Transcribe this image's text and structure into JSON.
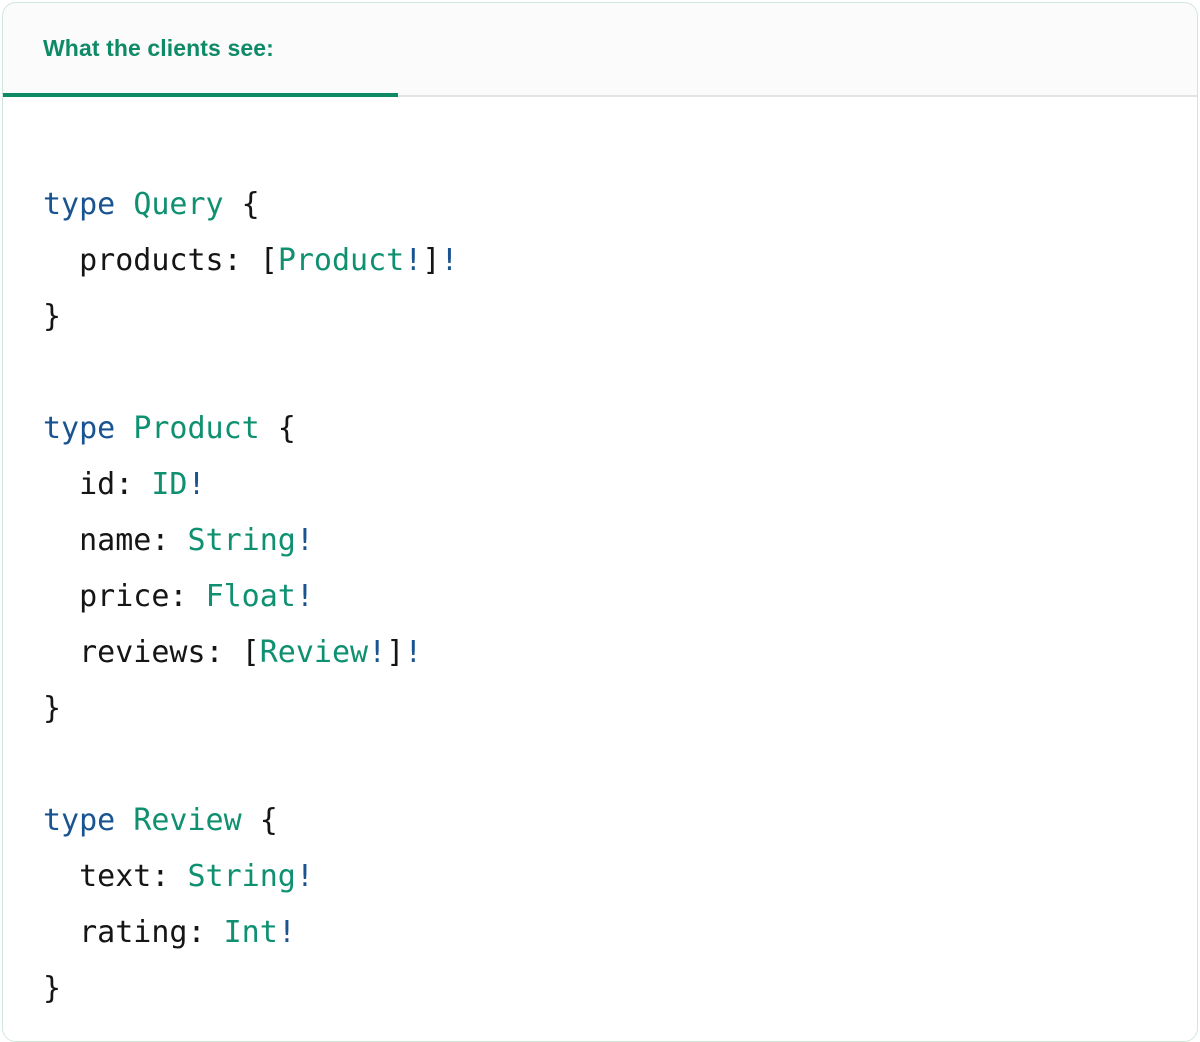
{
  "card": {
    "border_color": "#cfe6da",
    "background": "#ffffff"
  },
  "header": {
    "background": "#fbfbfb",
    "active_tab": {
      "label": "What the clients see:",
      "color": "#0f8a66",
      "indicator_color": "#0f8a66"
    }
  },
  "theme": {
    "keyword": "#1a5490",
    "type_name": "#0f9070",
    "field_name": "#151515",
    "punctuation": "#151515",
    "non_null": "#1a5490"
  },
  "code": {
    "language": "graphql",
    "raw": "type Query {\n  products: [Product!]!\n}\n\ntype Product {\n  id: ID!\n  name: String!\n  price: Float!\n  reviews: [Review!]!\n}\n\ntype Review {\n  text: String!\n  rating: Int!\n}",
    "lines": [
      {
        "kw": "type",
        "name": "Query",
        "open": " {"
      },
      {
        "indent": "  ",
        "field": "products:",
        "pre": " [",
        "type": "Product",
        "bang1": "!",
        "close": "]",
        "bang2": "!"
      },
      {
        "brace": "}"
      },
      {
        "blank": true
      },
      {
        "kw": "type",
        "name": "Product",
        "open": " {"
      },
      {
        "indent": "  ",
        "field": "id:",
        "pre": " ",
        "type": "ID",
        "bang1": "!"
      },
      {
        "indent": "  ",
        "field": "name:",
        "pre": " ",
        "type": "String",
        "bang1": "!"
      },
      {
        "indent": "  ",
        "field": "price:",
        "pre": " ",
        "type": "Float",
        "bang1": "!"
      },
      {
        "indent": "  ",
        "field": "reviews:",
        "pre": " [",
        "type": "Review",
        "bang1": "!",
        "close": "]",
        "bang2": "!"
      },
      {
        "brace": "}"
      },
      {
        "blank": true
      },
      {
        "kw": "type",
        "name": "Review",
        "open": " {"
      },
      {
        "indent": "  ",
        "field": "text:",
        "pre": " ",
        "type": "String",
        "bang1": "!"
      },
      {
        "indent": "  ",
        "field": "rating:",
        "pre": " ",
        "type": "Int",
        "bang1": "!"
      },
      {
        "brace": "}"
      }
    ]
  }
}
